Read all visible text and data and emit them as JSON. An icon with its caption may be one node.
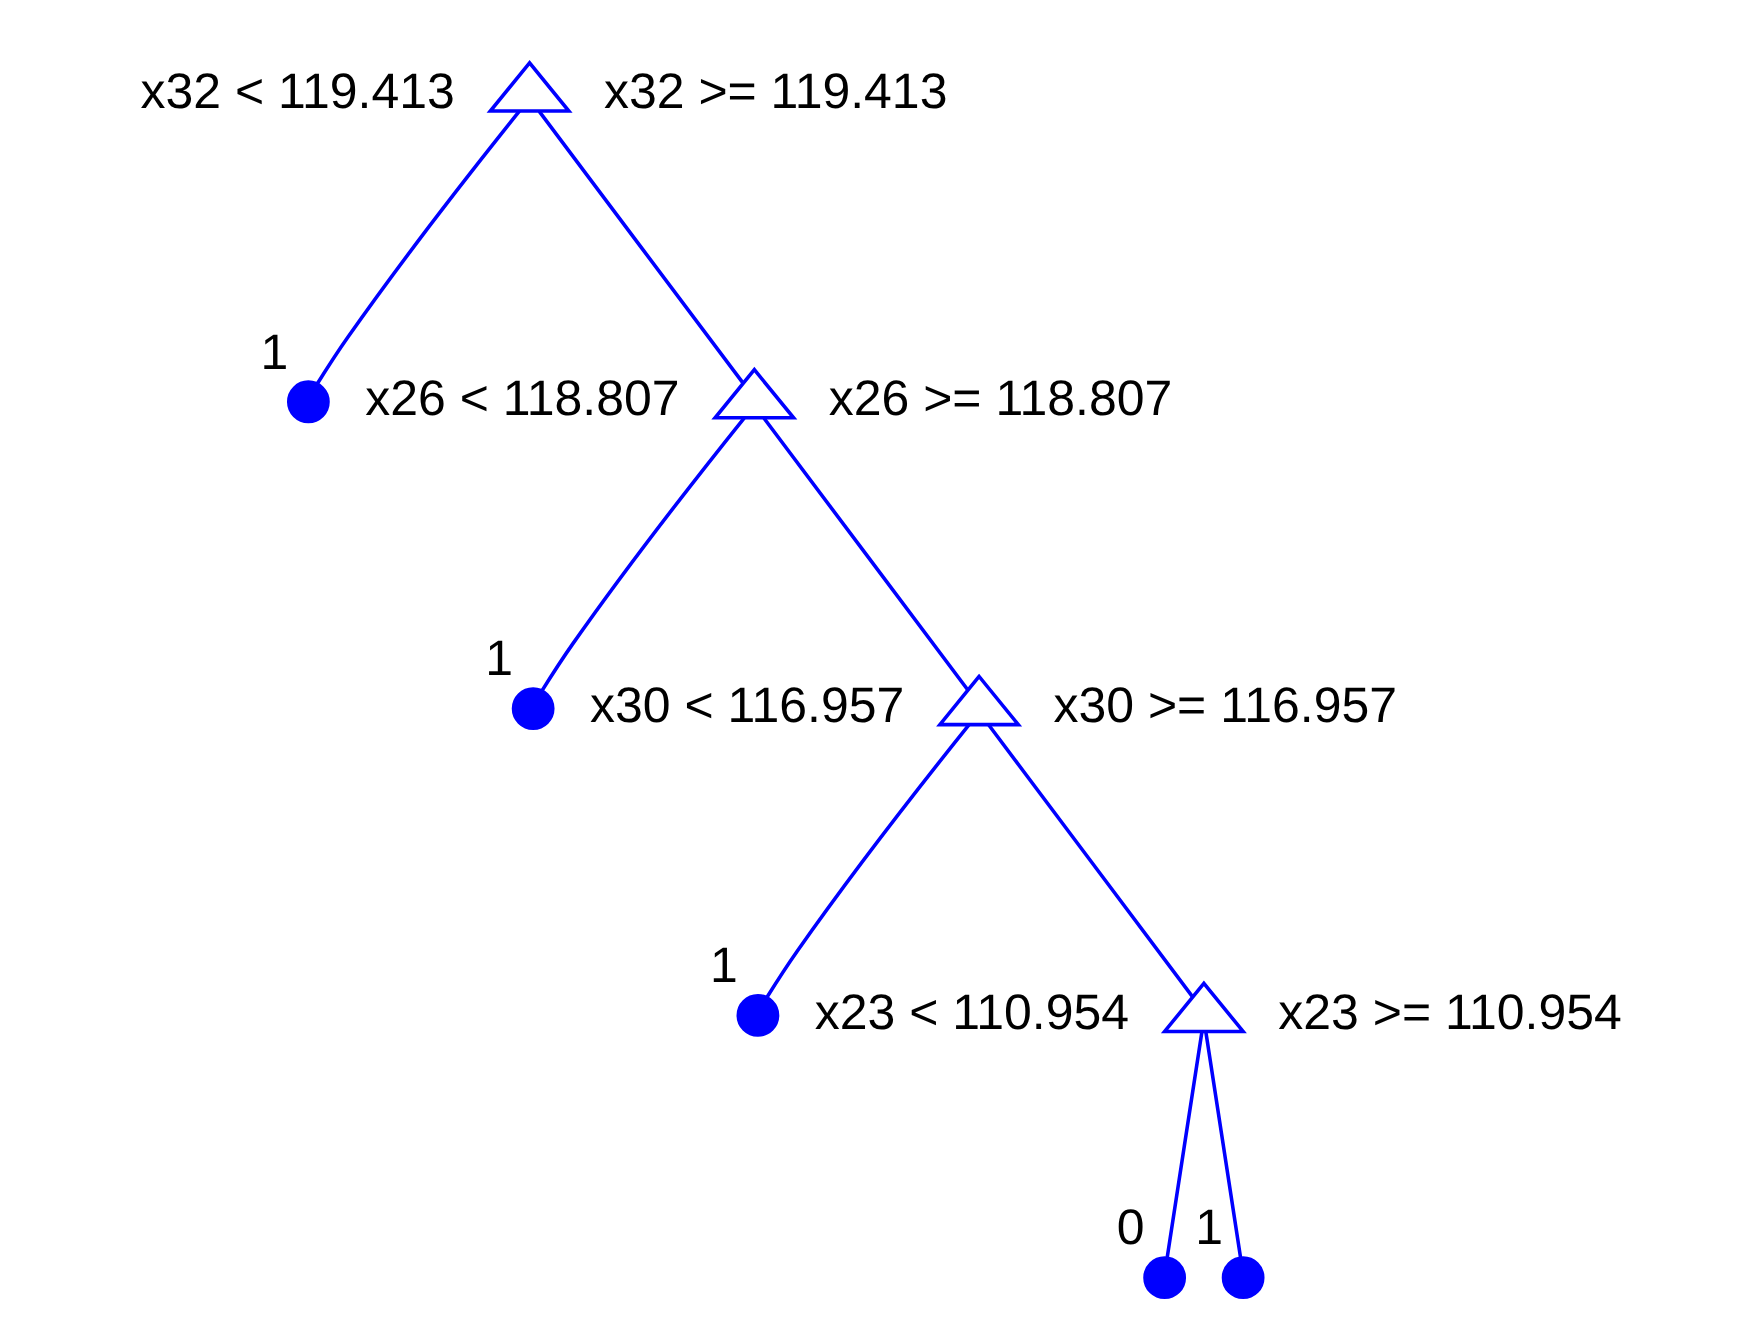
{
  "diagram": {
    "nodes": [
      {
        "text": [],
        "shape": "triangle",
        "beside": [
          "x32 < 119.413",
          "x32 >= 119.413"
        ]
      },
      {
        "text": [],
        "shape": "triangle",
        "beside": [
          "x26 < 118.807",
          "x26 >= 118.807"
        ]
      },
      {
        "text": [],
        "shape": "circle",
        "beside": [
          "1"
        ]
      },
      {
        "text": [],
        "shape": "triangle",
        "beside": [
          "x30 < 116.957",
          "x30 >= 116.957"
        ]
      },
      {
        "text": [],
        "shape": "circle",
        "beside": [
          "1"
        ]
      },
      {
        "text": [],
        "shape": "triangle",
        "beside": [
          "x23 < 110.954",
          "x23 >= 110.954"
        ]
      },
      {
        "text": [],
        "shape": "circle",
        "beside": [
          "1"
        ]
      },
      {
        "text": [],
        "shape": "circle",
        "beside": [
          "0"
        ]
      },
      {
        "text": [],
        "shape": "circle",
        "beside": [
          "1"
        ]
      }
    ],
    "edges": [
      {
        "from": 0,
        "to": 1,
        "arrow": "none"
      },
      {
        "from": 0,
        "to": 2,
        "arrow": "none"
      },
      {
        "from": 1,
        "to": 3,
        "arrow": "none"
      },
      {
        "from": 1,
        "to": 4,
        "arrow": "none"
      },
      {
        "from": 3,
        "to": 5,
        "arrow": "none"
      },
      {
        "from": 3,
        "to": 6,
        "arrow": "none"
      },
      {
        "from": 5,
        "to": 7,
        "arrow": "none"
      },
      {
        "from": 5,
        "to": 8,
        "arrow": "none"
      }
    ]
  }
}
